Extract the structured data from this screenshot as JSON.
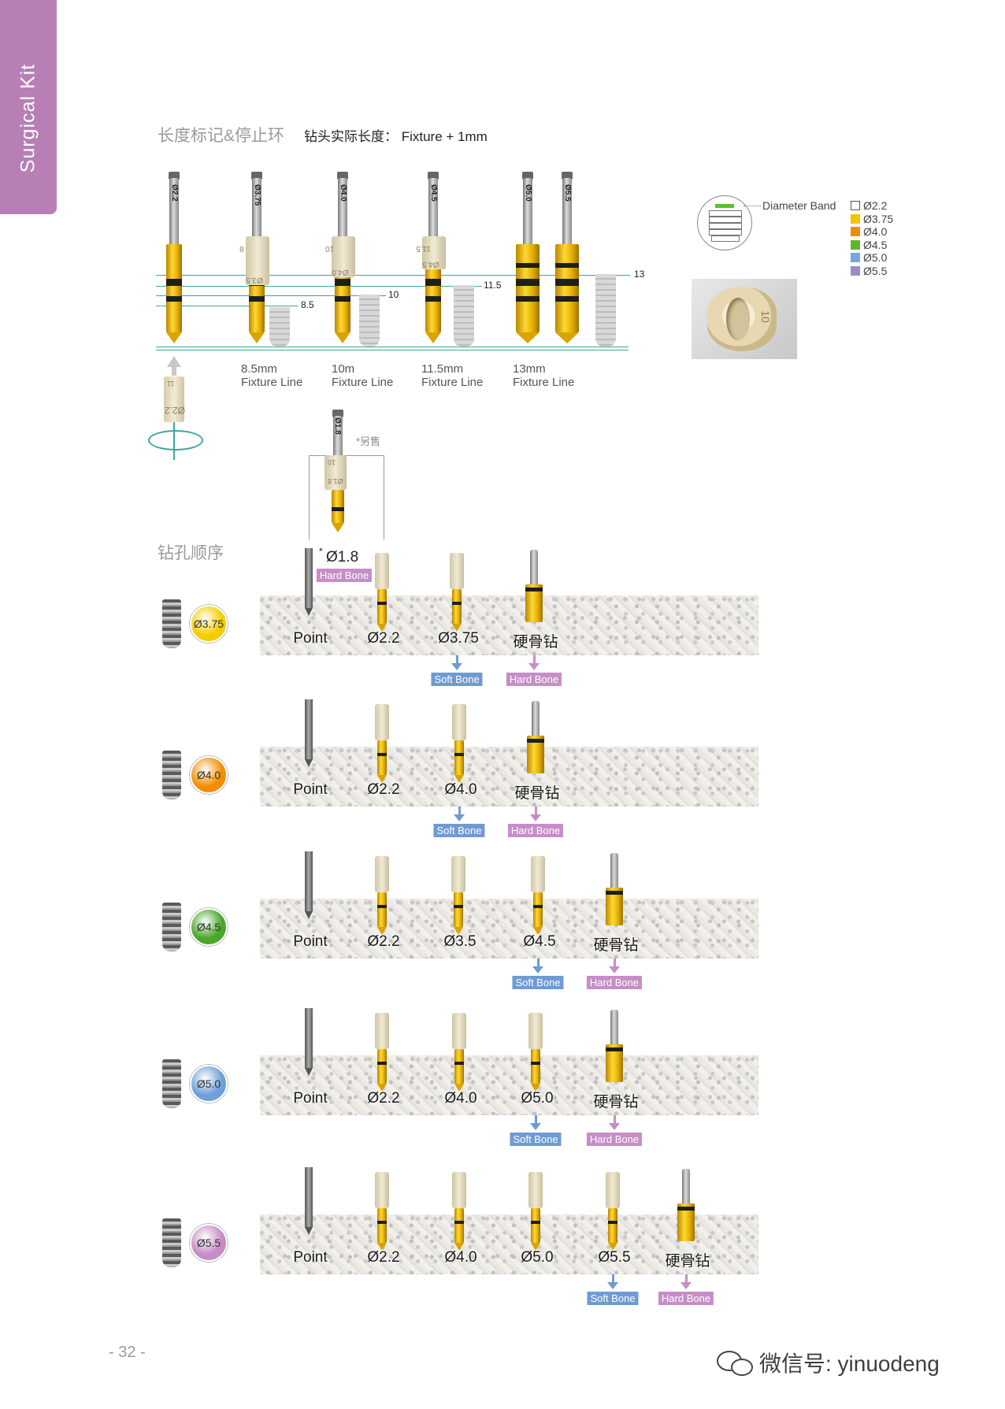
{
  "side_tab": "Surgical Kit",
  "heading": "长度标记&停止环",
  "heading_note": "钻头实际长度： Fixture + 1mm",
  "length_drills": [
    "Ø2.2",
    "Ø3.75",
    "Ø4.0",
    "Ø4.5",
    "Ø5.0",
    "Ø5.5"
  ],
  "stopper_labels": [
    "8",
    "Ø3.5",
    "10",
    "Ø4.0",
    "11.5",
    "Ø4.5"
  ],
  "line_labels": [
    "8.5",
    "10",
    "11.5",
    "13"
  ],
  "fixture_lines": [
    {
      "size": "8.5mm",
      "text": "Fixture Line"
    },
    {
      "size": "10m",
      "text": "Fixture Line"
    },
    {
      "size": "11.5mm",
      "text": "Fixture Line"
    },
    {
      "size": "13mm",
      "text": "Fixture Line"
    }
  ],
  "diameter_band": {
    "title": "Diameter Band",
    "items": [
      {
        "label": "Ø2.2",
        "color": "#ffffff"
      },
      {
        "label": "Ø3.75",
        "color": "#f5c400"
      },
      {
        "label": "Ø4.0",
        "color": "#f08c00"
      },
      {
        "label": "Ø4.5",
        "color": "#5fb52c"
      },
      {
        "label": "Ø5.0",
        "color": "#7aa6dc"
      },
      {
        "label": "Ø5.5",
        "color": "#9b8ec3"
      }
    ]
  },
  "stopper_photo_label": "10",
  "small_stopper": {
    "top": "11",
    "bottom": "Ø2.2"
  },
  "extra_drill": {
    "shank_label": "Ø1.8",
    "sold_note": "*另售",
    "diameter": "Ø1.8",
    "star": "*",
    "tag": "Hard Bone",
    "stopper_labels": [
      "10",
      "Ø1.8"
    ]
  },
  "sequence_heading": "钻孔顺序",
  "sequence": [
    {
      "implant": "Ø3.75",
      "badge_color": "#f6cc00",
      "steps": [
        "Point",
        "Ø2.2",
        "Ø3.75",
        "硬骨钻"
      ],
      "soft_bone": "Soft Bone",
      "hard_bone": "Hard Bone"
    },
    {
      "implant": "Ø4.0",
      "badge_color": "#f28e00",
      "steps": [
        "Point",
        "Ø2.2",
        "Ø4.0",
        "硬骨钻"
      ],
      "soft_bone": "Soft Bone",
      "hard_bone": "Hard Bone"
    },
    {
      "implant": "Ø4.5",
      "badge_color": "#4aa72a",
      "steps": [
        "Point",
        "Ø2.2",
        "Ø3.5",
        "Ø4.5",
        "硬骨钻"
      ],
      "soft_bone": "Soft Bone",
      "hard_bone": "Hard Bone"
    },
    {
      "implant": "Ø5.0",
      "badge_color": "#6f9fd8",
      "steps": [
        "Point",
        "Ø2.2",
        "Ø4.0",
        "Ø5.0",
        "硬骨钻"
      ],
      "soft_bone": "Soft Bone",
      "hard_bone": "Hard Bone"
    },
    {
      "implant": "Ø5.5",
      "badge_color": "#c78cc6",
      "steps": [
        "Point",
        "Ø2.2",
        "Ø4.0",
        "Ø5.0",
        "Ø5.5",
        "硬骨钻"
      ],
      "soft_bone": "Soft Bone",
      "hard_bone": "Hard Bone"
    }
  ],
  "page_number": "- 32 -",
  "watermark": "微信号: yinuodeng"
}
